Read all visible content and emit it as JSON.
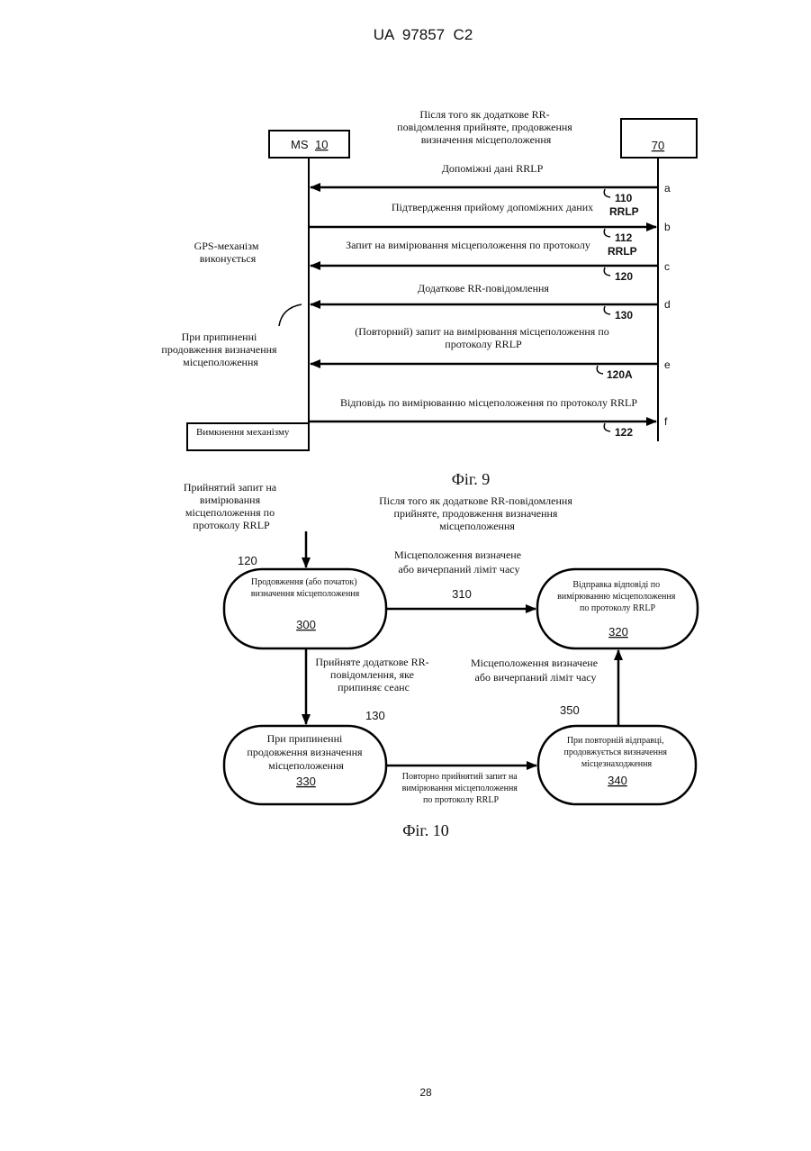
{
  "header": {
    "patent_number": "UA  97857  C2"
  },
  "footer": {
    "page_number": "28"
  },
  "fig9": {
    "caption": "Фіг. 9",
    "ms_label": "MS",
    "ms_ref": "10",
    "server_ref": "70",
    "top_note": [
      "Після того як додаткове RR-",
      "повідомлення прийняте, продовження",
      "визначення місцеположення"
    ],
    "gps_note": [
      "GPS-механізм",
      "виконується"
    ],
    "stop_note": [
      "При припиненні",
      "продовження визначення",
      "місцеположення"
    ],
    "shutdown_box": "Вимкнення механізму",
    "messages": [
      {
        "letter": "a",
        "text": [
          "Допоміжні дані RRLP"
        ],
        "ref": "110"
      },
      {
        "letter": "b",
        "text": [
          "Підтвердження прийому допоміжних даних"
        ],
        "ref": "112",
        "suffix": "RRLP"
      },
      {
        "letter": "c",
        "text": [
          "Запит на вимірювання місцеположення по протоколу"
        ],
        "ref": "120",
        "suffix": "RRLP"
      },
      {
        "letter": "d",
        "text": [
          "Додаткове RR-повідомлення"
        ],
        "ref": "130"
      },
      {
        "letter": "e",
        "text": [
          "(Повторний) запит на вимірювання місцеположення по",
          "протоколу RRLP"
        ],
        "ref": "120A"
      },
      {
        "letter": "f",
        "text": [
          "Відповідь по вимірюванню місцеположення по протоколу RRLP"
        ],
        "ref": "122"
      }
    ]
  },
  "fig10": {
    "caption": "Фіг. 10",
    "input_note": [
      "Прийнятий запит на",
      "вимірювання",
      "місцеположення по",
      "протоколу RRLP"
    ],
    "top_note": [
      "Після того як додаткове RR-повідомлення",
      "прийняте, продовження визначення",
      "місцеположення"
    ],
    "ref_120": "120",
    "ref_130": "130",
    "ref_350": "350",
    "ref_310": "310",
    "states": {
      "s300": {
        "text": [
          "Продовження (або початок)",
          "визначення місцеположення"
        ],
        "ref": "300"
      },
      "s320": {
        "text": [
          "Відправка відповіді по",
          "вимірюванню місцеположення",
          "по протоколу RRLP"
        ],
        "ref": "320"
      },
      "s330": {
        "text": [
          "При припиненні",
          "продовження визначення",
          "місцеположення"
        ],
        "ref": "330"
      },
      "s340": {
        "text": [
          "При повторній відправці,",
          "продовжується визначення",
          "місцезнаходження"
        ],
        "ref": "340"
      }
    },
    "edge_300_320": [
      "Місцеположення визначене",
      "або вичерпаний ліміт часу"
    ],
    "edge_300_330": [
      "Прийняте додаткове RR-",
      "повідомлення, яке",
      "припиняє сеанс"
    ],
    "edge_330_340": [
      "Повторно прийнятий запит на",
      "вимірювання місцеположення",
      "по протоколу RRLP"
    ],
    "edge_340_320": [
      "Місцеположення визначене",
      "або вичерпаний ліміт часу"
    ]
  }
}
